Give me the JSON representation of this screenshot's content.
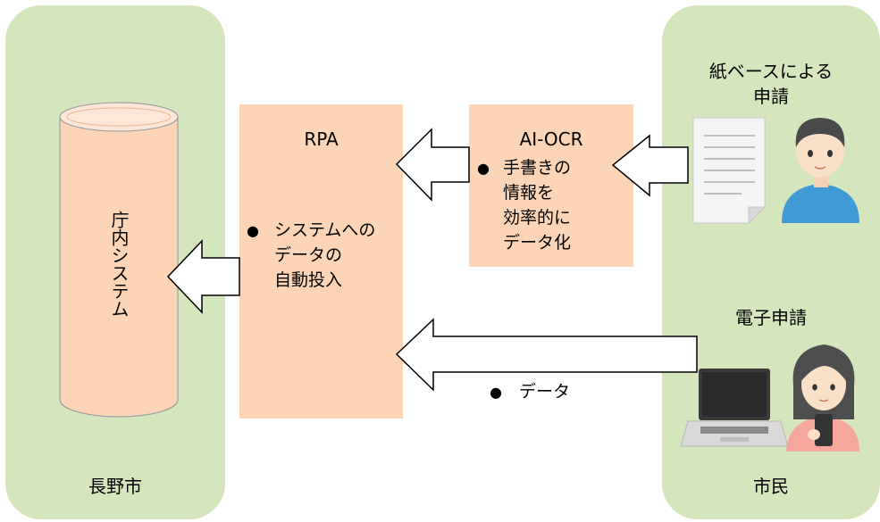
{
  "city_panel": {
    "label": "長野市"
  },
  "citizen_panel": {
    "label": "市民"
  },
  "system": {
    "label": "庁内システム"
  },
  "rpa": {
    "title": "RPA",
    "bullet": "●",
    "lines": [
      "システムへの",
      "データの",
      "自動投入"
    ]
  },
  "ai_ocr": {
    "title": "AI-OCR",
    "bullet": "●",
    "lines": [
      "手書きの",
      "情報を",
      "効率的に",
      "データ化"
    ]
  },
  "paper_application": {
    "lines": [
      "紙ベースによる",
      "申請"
    ]
  },
  "electronic_application": {
    "label": "電子申請"
  },
  "data_arrow": {
    "bullet": "●",
    "label": "データ"
  },
  "colors": {
    "panel": "#d5e5bc",
    "box": "#fbd5b5",
    "arrow_fill": "#ffffff",
    "arrow_stroke": "#000000"
  }
}
